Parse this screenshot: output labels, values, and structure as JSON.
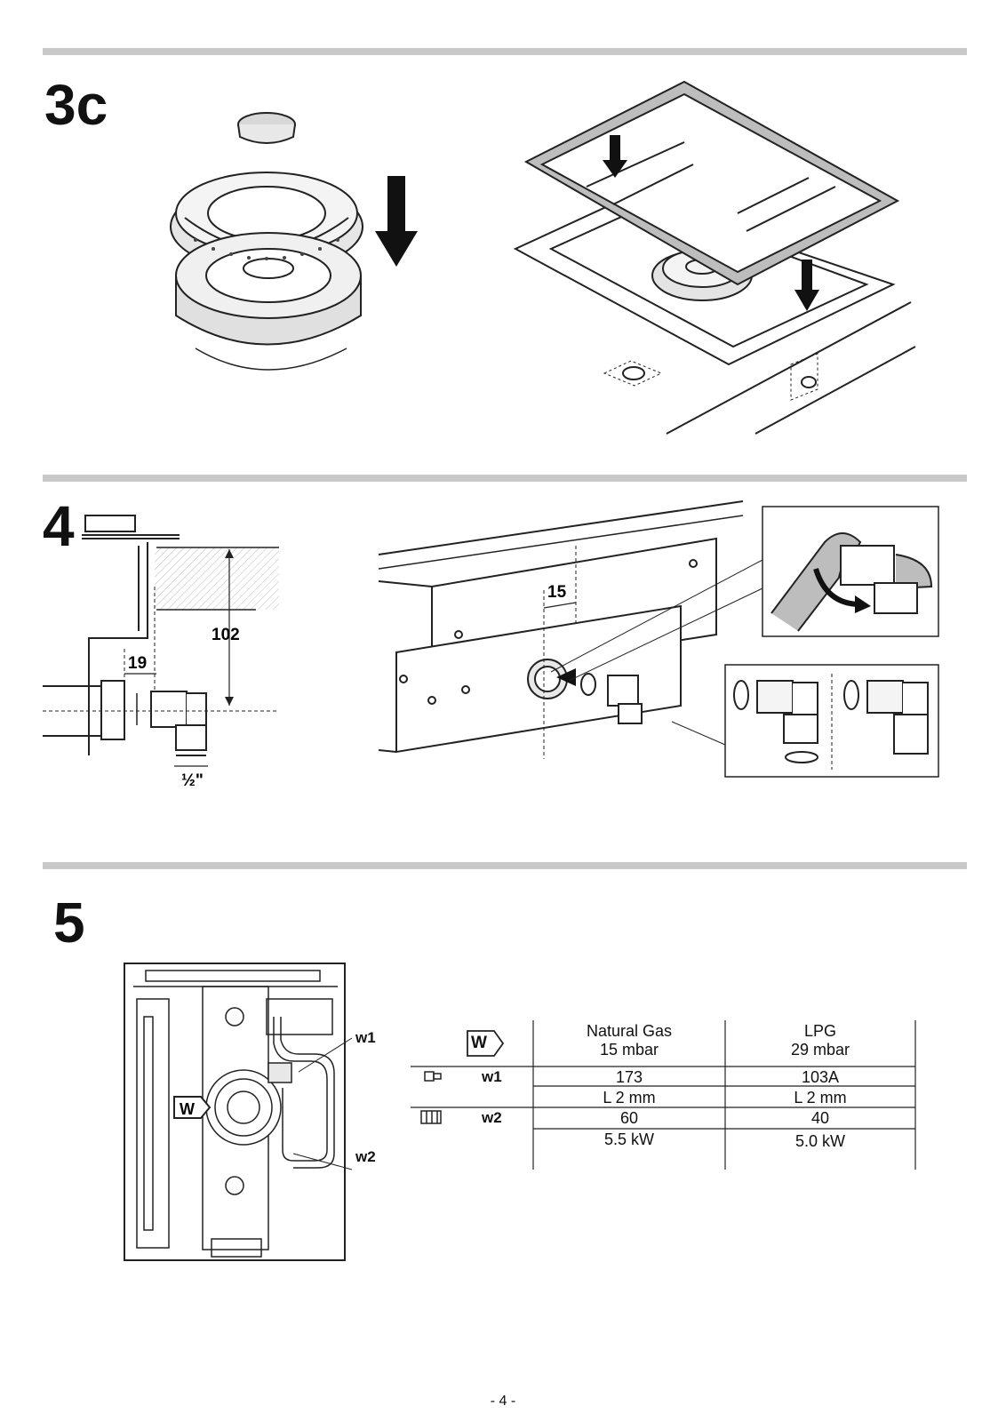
{
  "steps": {
    "s3c": "3c",
    "s4": "4",
    "s5": "5"
  },
  "dimensions": {
    "d102": "102",
    "d19": "19",
    "d15": "15",
    "half_inch": "½\""
  },
  "labels": {
    "w1": "w1",
    "w2": "w2",
    "w_symbol": "W"
  },
  "table": {
    "headers": [
      {
        "line1": "Natural Gas",
        "line2": "15 mbar"
      },
      {
        "line1": "LPG",
        "line2": "29 mbar"
      }
    ],
    "rows": [
      {
        "label": "w1",
        "ng": "173",
        "lpg": "103A"
      },
      {
        "label": "",
        "ng": "L 2 mm",
        "lpg": "L 2 mm"
      },
      {
        "label": "w2",
        "ng": "60",
        "lpg": "40"
      },
      {
        "label": "",
        "ng": "5.5 kW",
        "lpg": "5.0 kW"
      }
    ]
  },
  "page_number": "- 4 -"
}
